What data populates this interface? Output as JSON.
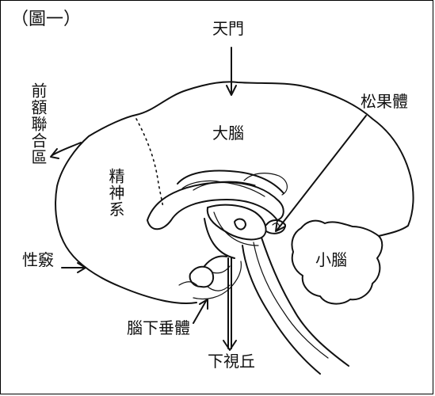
{
  "figure": {
    "caption": "（圖一）"
  },
  "labels": {
    "tianmen": "天門",
    "songguoti": "松果體",
    "qiane": "前額聯合區",
    "danao": "大腦",
    "jingshenxi": "精神系",
    "xingdou": "性竅",
    "xiaonao": "小腦",
    "naoxiachuiti": "腦下垂體",
    "xiashiqiu": "下視丘"
  },
  "colors": {
    "line": "#111111",
    "background": "#ffffff"
  }
}
